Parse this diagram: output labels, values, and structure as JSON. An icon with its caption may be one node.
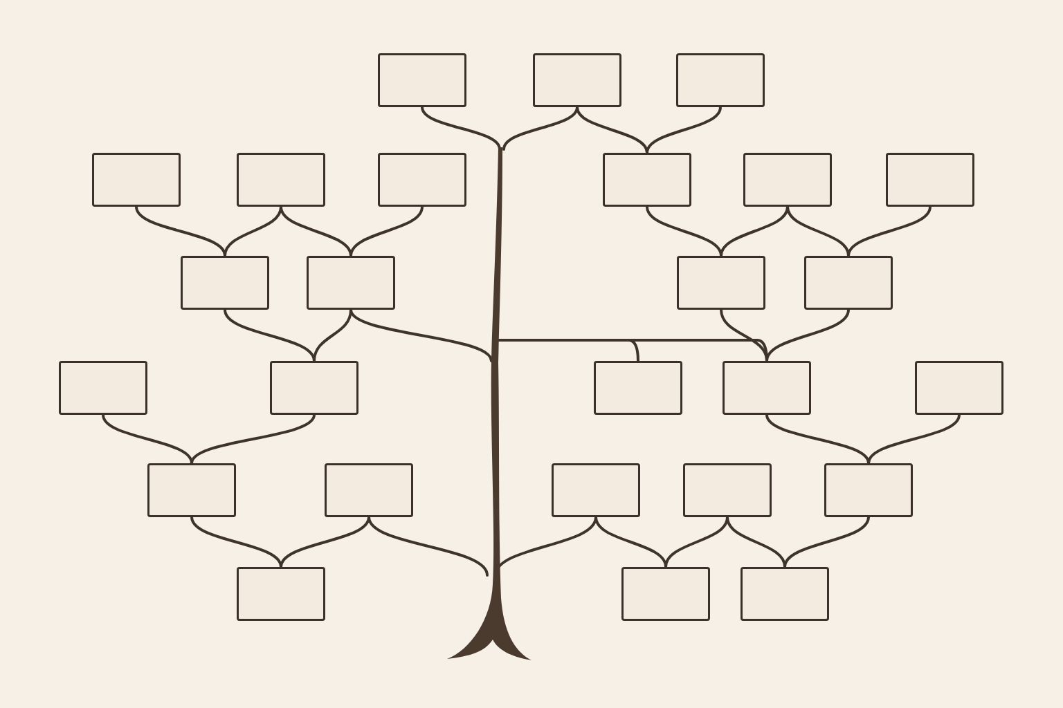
{
  "diagram": {
    "nodes": [
      {
        "text": [],
        "shape": "box"
      },
      {
        "text": [],
        "shape": "box"
      },
      {
        "text": [],
        "shape": "box"
      },
      {
        "text": [],
        "shape": "box"
      },
      {
        "text": [],
        "shape": "box"
      },
      {
        "text": [],
        "shape": "box"
      },
      {
        "text": [],
        "shape": "box"
      },
      {
        "text": [],
        "shape": "box"
      },
      {
        "text": [],
        "shape": "box"
      },
      {
        "text": [],
        "shape": "box"
      },
      {
        "text": [],
        "shape": "box"
      },
      {
        "text": [],
        "shape": "box"
      },
      {
        "text": [],
        "shape": "box"
      },
      {
        "text": [],
        "shape": "box"
      },
      {
        "text": [],
        "shape": "box"
      },
      {
        "text": [],
        "shape": "box"
      },
      {
        "text": [],
        "shape": "box"
      },
      {
        "text": [],
        "shape": "box"
      },
      {
        "text": [],
        "shape": "box"
      },
      {
        "text": [],
        "shape": "box"
      },
      {
        "text": [],
        "shape": "box"
      },
      {
        "text": [],
        "shape": "box"
      },
      {
        "text": [],
        "shape": "box"
      },
      {
        "text": [],
        "shape": "box"
      },
      {
        "text": [],
        "shape": "box"
      },
      {
        "text": [],
        "shape": "box"
      },
      {
        "text": [],
        "shape": "picture"
      }
    ],
    "edges": [
      {
        "from": 0,
        "to": 26,
        "arrow": "none"
      },
      {
        "from": 1,
        "to": 26,
        "arrow": "none"
      },
      {
        "from": 1,
        "to": 6,
        "arrow": "none"
      },
      {
        "from": 2,
        "to": 6,
        "arrow": "none"
      },
      {
        "from": 3,
        "to": 9,
        "arrow": "none"
      },
      {
        "from": 4,
        "to": 9,
        "arrow": "none"
      },
      {
        "from": 4,
        "to": 10,
        "arrow": "none"
      },
      {
        "from": 5,
        "to": 10,
        "arrow": "none"
      },
      {
        "from": 9,
        "to": 14,
        "arrow": "none"
      },
      {
        "from": 10,
        "to": 14,
        "arrow": "none"
      },
      {
        "from": 10,
        "to": 26,
        "arrow": "none"
      },
      {
        "from": 6,
        "to": 11,
        "arrow": "none"
      },
      {
        "from": 7,
        "to": 11,
        "arrow": "none"
      },
      {
        "from": 7,
        "to": 12,
        "arrow": "none"
      },
      {
        "from": 8,
        "to": 12,
        "arrow": "none"
      },
      {
        "from": 26,
        "to": 15,
        "arrow": "none"
      },
      {
        "from": 26,
        "to": 16,
        "arrow": "none"
      },
      {
        "from": 11,
        "to": 16,
        "arrow": "none"
      },
      {
        "from": 12,
        "to": 16,
        "arrow": "none"
      },
      {
        "from": 13,
        "to": 18,
        "arrow": "none"
      },
      {
        "from": 14,
        "to": 18,
        "arrow": "none"
      },
      {
        "from": 18,
        "to": 23,
        "arrow": "none"
      },
      {
        "from": 19,
        "to": 23,
        "arrow": "none"
      },
      {
        "from": 19,
        "to": 26,
        "arrow": "none"
      },
      {
        "from": 16,
        "to": 22,
        "arrow": "none"
      },
      {
        "from": 17,
        "to": 22,
        "arrow": "none"
      },
      {
        "from": 20,
        "to": 24,
        "arrow": "none"
      },
      {
        "from": 21,
        "to": 24,
        "arrow": "none"
      },
      {
        "from": 21,
        "to": 25,
        "arrow": "none"
      },
      {
        "from": 22,
        "to": 25,
        "arrow": "none"
      },
      {
        "from": 20,
        "to": 26,
        "arrow": "none"
      }
    ]
  }
}
